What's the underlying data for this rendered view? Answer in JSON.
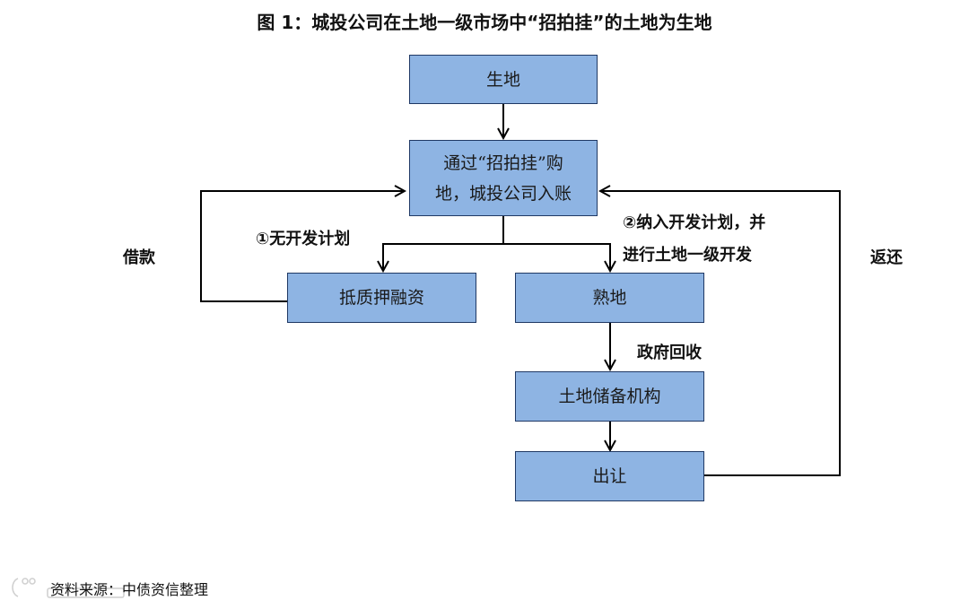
{
  "title": "图 1：城投公司在土地一级市场中“招拍挂”的土地为生地",
  "boxes": {
    "raw_land": "生地",
    "acquire_line1": "通过“招拍挂”购",
    "acquire_line2": "地，城投公司入账",
    "pledge": "抵质押融资",
    "developed": "熟地",
    "reserve": "土地储备机构",
    "transfer": "出让"
  },
  "labels": {
    "no_plan": "①无开发计划",
    "plan_line1": "②纳入开发计划，并",
    "plan_line2": "进行土地一级开发",
    "loan": "借款",
    "return": "返还",
    "gov_recall": "政府回收"
  },
  "source": "资料来源：中债资信整理",
  "colors": {
    "box_fill": "#8eb4e3",
    "box_border": "#1f3864",
    "line": "#000000"
  }
}
